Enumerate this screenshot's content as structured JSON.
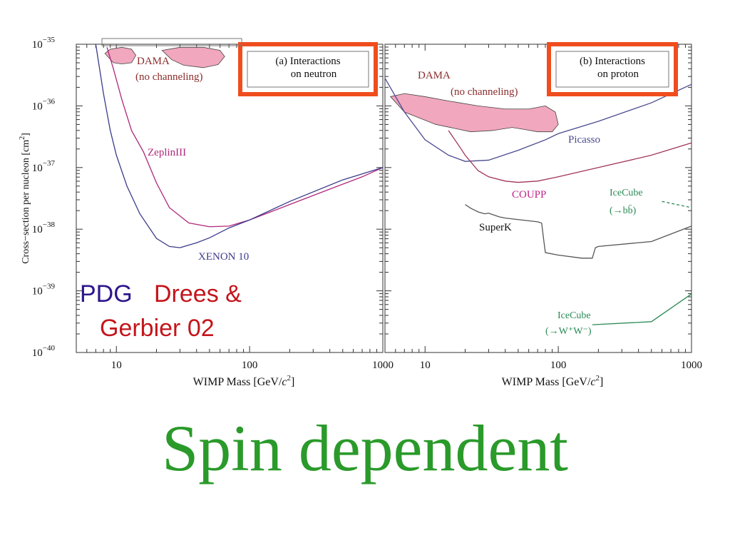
{
  "slide_title": "Spin dependent",
  "reference": {
    "pdg": "PDG",
    "drees": "Drees &",
    "gerbier": "Gerbier 02"
  },
  "colors": {
    "dama_fill": "#f1a7bd",
    "dama_label": "#8b2b2b",
    "zeplin": "#b0277a",
    "xenon": "#3b3b8a",
    "picasso": "#4a4a90",
    "coupp_curve": "#a0345a",
    "coupp_label": "#c01f8a",
    "superk": "#555555",
    "icecube": "#2b8a55",
    "highlight_box": "#f04d1e",
    "title_green": "#2a9a2a",
    "pdg_blue": "#2e168c",
    "drees_red": "#c4151c"
  },
  "chart_data": [
    {
      "type": "line",
      "panel": "a",
      "box_label": [
        "(a) Interactions",
        "on neutron"
      ],
      "ylabel": "Cross−section per nucleon",
      "ylabel_unit": "[cm",
      "ylabel_unit_sup": "2",
      "ylabel_unit_close": "]",
      "xlabel": "WIMP Mass [GeV/",
      "xlabel_c": "c",
      "xlabel_sup": "2",
      "xlabel_close": "]",
      "xscale": "log",
      "yscale": "log",
      "xlim": [
        5,
        1000
      ],
      "ylim_exp": [
        -40,
        -35
      ],
      "x_ticks": [
        10,
        100,
        1000
      ],
      "x_tick_labels": [
        "10",
        "100",
        "1000"
      ],
      "y_ticks_exp": [
        -35,
        -36,
        -37,
        -38,
        -39,
        -40
      ],
      "y_tick_base": "10",
      "y_tick_labels": [
        "−35",
        "−36",
        "−37",
        "−38",
        "−39",
        "−40"
      ],
      "series": [
        {
          "name": "ZeplinIII",
          "key": "zeplin",
          "style": "solid",
          "x": [
            8.5,
            9.5,
            11,
            13,
            16,
            20,
            25,
            35,
            50,
            70,
            100,
            200,
            400,
            700,
            1000
          ],
          "y_exp": [
            -35.05,
            -35.4,
            -35.9,
            -36.4,
            -36.75,
            -37.25,
            -37.65,
            -37.9,
            -37.96,
            -37.95,
            -37.85,
            -37.6,
            -37.35,
            -37.15,
            -37.0
          ]
        },
        {
          "name": "XENON 10",
          "key": "xenon",
          "style": "solid",
          "x": [
            7.0,
            8.0,
            9.0,
            10,
            12,
            15,
            20,
            25,
            30,
            40,
            50,
            70,
            100,
            200,
            500,
            1000
          ],
          "y_exp": [
            -35.0,
            -35.8,
            -36.4,
            -36.8,
            -37.3,
            -37.75,
            -38.15,
            -38.28,
            -38.3,
            -38.22,
            -38.14,
            -37.98,
            -37.85,
            -37.55,
            -37.2,
            -37.0
          ]
        }
      ],
      "regions": [
        {
          "name": "DAMA",
          "sublabel": "(no channeling)",
          "key": "dama",
          "x": [
            8.2,
            9,
            11,
            13,
            14,
            13,
            11,
            9.5,
            8.2
          ],
          "y_exp": [
            -35.15,
            -35.08,
            -35.05,
            -35.08,
            -35.18,
            -35.3,
            -35.32,
            -35.3,
            -35.15
          ]
        },
        {
          "name": "",
          "key": "dama2",
          "x": [
            22,
            30,
            45,
            60,
            65,
            58,
            45,
            32,
            26,
            22
          ],
          "y_exp": [
            -35.1,
            -35.05,
            -35.05,
            -35.1,
            -35.2,
            -35.33,
            -35.38,
            -35.34,
            -35.25,
            -35.1
          ]
        }
      ]
    },
    {
      "type": "line",
      "panel": "b",
      "box_label": [
        "(b) Interactions",
        "on proton"
      ],
      "xlabel": "WIMP Mass [GeV/",
      "xlabel_c": "c",
      "xlabel_sup": "2",
      "xlabel_close": "]",
      "xscale": "log",
      "yscale": "log",
      "xlim": [
        5,
        1000
      ],
      "ylim_exp": [
        -40,
        -35
      ],
      "x_ticks": [
        10,
        100,
        1000
      ],
      "x_tick_labels": [
        "10",
        "100",
        "1000"
      ],
      "series": [
        {
          "name": "Picasso",
          "key": "picasso",
          "style": "solid",
          "x": [
            5,
            7,
            10,
            15,
            20,
            30,
            50,
            80,
            100,
            200,
            500,
            1000
          ],
          "y_exp": [
            -35.55,
            -36.1,
            -36.55,
            -36.8,
            -36.9,
            -36.88,
            -36.72,
            -36.55,
            -36.45,
            -36.25,
            -35.95,
            -35.65
          ]
        },
        {
          "name": "COUPP",
          "key": "coupp",
          "style": "solid",
          "x": [
            15,
            18,
            20,
            25,
            30,
            40,
            50,
            70,
            100,
            200,
            500,
            1000
          ],
          "y_exp": [
            -36.4,
            -36.65,
            -36.8,
            -37.05,
            -37.15,
            -37.22,
            -37.24,
            -37.22,
            -37.15,
            -37.0,
            -36.8,
            -36.6
          ]
        },
        {
          "name": "SuperK",
          "key": "superk",
          "style": "solid",
          "x": [
            20,
            22,
            24,
            25,
            28,
            30,
            36,
            40,
            70,
            75,
            78,
            80,
            100,
            150,
            180,
            190,
            200,
            500,
            1000
          ],
          "y_exp": [
            -37.6,
            -37.66,
            -37.7,
            -37.72,
            -37.75,
            -37.74,
            -37.8,
            -37.82,
            -37.88,
            -37.9,
            -38.2,
            -38.38,
            -38.42,
            -38.47,
            -38.47,
            -38.3,
            -38.28,
            -38.2,
            -37.95
          ]
        },
        {
          "name": "IceCube",
          "sublabel": "(→bb̄)",
          "key": "icecube_bb",
          "style": "dashed",
          "x": [
            600,
            1000
          ],
          "y_exp": [
            -37.55,
            -37.65
          ]
        },
        {
          "name": "IceCube",
          "sublabel": "(→W⁺W⁻)",
          "key": "icecube_ww",
          "style": "solid",
          "x": [
            180,
            500,
            1000
          ],
          "y_exp": [
            -39.55,
            -39.5,
            -39.05
          ]
        }
      ],
      "regions": [
        {
          "name": "DAMA",
          "sublabel": "(no channeling)",
          "key": "dama",
          "x": [
            5.5,
            7,
            10,
            15,
            25,
            40,
            60,
            80,
            95,
            100,
            90,
            70,
            55,
            45,
            32,
            22,
            12,
            7,
            5.5
          ],
          "y_exp": [
            -35.85,
            -35.8,
            -35.85,
            -35.92,
            -36.0,
            -36.05,
            -36.05,
            -36.0,
            -36.1,
            -36.3,
            -36.42,
            -36.42,
            -36.38,
            -36.35,
            -36.4,
            -36.42,
            -36.3,
            -36.1,
            -35.85
          ]
        }
      ]
    }
  ]
}
